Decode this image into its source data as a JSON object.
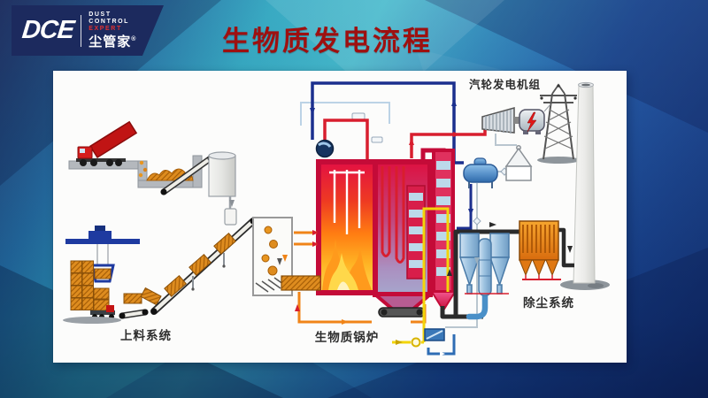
{
  "header": {
    "title": "生物质发电流程",
    "logo": {
      "acronym": "DCE",
      "tagline_line1": "DUST",
      "tagline_line2": "CONTROL",
      "tagline_line3": "EXPERT",
      "brand_cn": "尘管家",
      "registered_mark": "®"
    }
  },
  "diagram": {
    "labels": {
      "feeding": "上料系统",
      "boiler": "生物质锅炉",
      "turbine": "汽轮发电机组",
      "dust": "除尘系统"
    },
    "colors": {
      "title_red": "#9e1010",
      "logo_navy": "#1c2a5e",
      "background_teal": "#36b0c6",
      "background_blue": "#1d4fa3",
      "furnace_crimson": "#c40b38",
      "flame_orange": "#ff8a1e",
      "flame_yellow": "#ffd84a",
      "biomass_orange": "#de8c1f",
      "steam_pipe_red": "#d81e2e",
      "water_pipe_navy": "#1b2f8e",
      "air_pipe_orange": "#f08418",
      "pipe_yellow": "#f2d50a",
      "flue_pipe_black": "#2b2b2b",
      "cyclone_blue": "#8fb8dc",
      "baghouse_orange": "#e8821a",
      "chimney_gray": "#ececea"
    }
  }
}
